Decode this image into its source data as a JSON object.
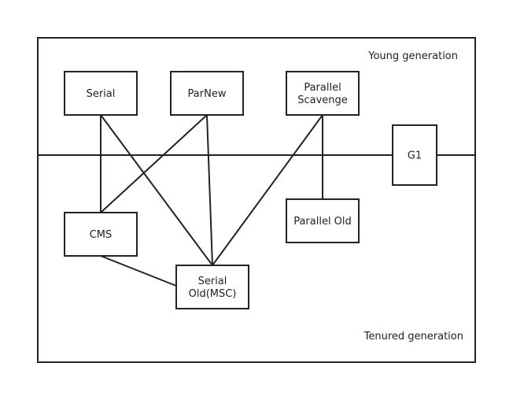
{
  "regions": {
    "young": "Young generation",
    "tenured": "Tenured generation"
  },
  "nodes": {
    "serial": [
      "Serial"
    ],
    "parnew": [
      "ParNew"
    ],
    "parallel_scavenge": [
      "Parallel",
      "Scavenge"
    ],
    "g1": [
      "G1"
    ],
    "cms": [
      "CMS"
    ],
    "parallel_old": [
      "Parallel Old"
    ],
    "serial_old": [
      "Serial",
      "Old(MSC)"
    ]
  },
  "edges": [
    [
      "serial",
      "cms"
    ],
    [
      "serial",
      "serial_old"
    ],
    [
      "parnew",
      "cms"
    ],
    [
      "parnew",
      "serial_old"
    ],
    [
      "parallel_scavenge",
      "serial_old"
    ],
    [
      "parallel_scavenge",
      "parallel_old"
    ],
    [
      "cms",
      "serial_old"
    ]
  ],
  "colors": {
    "stroke": "#222222",
    "background": "#ffffff"
  }
}
